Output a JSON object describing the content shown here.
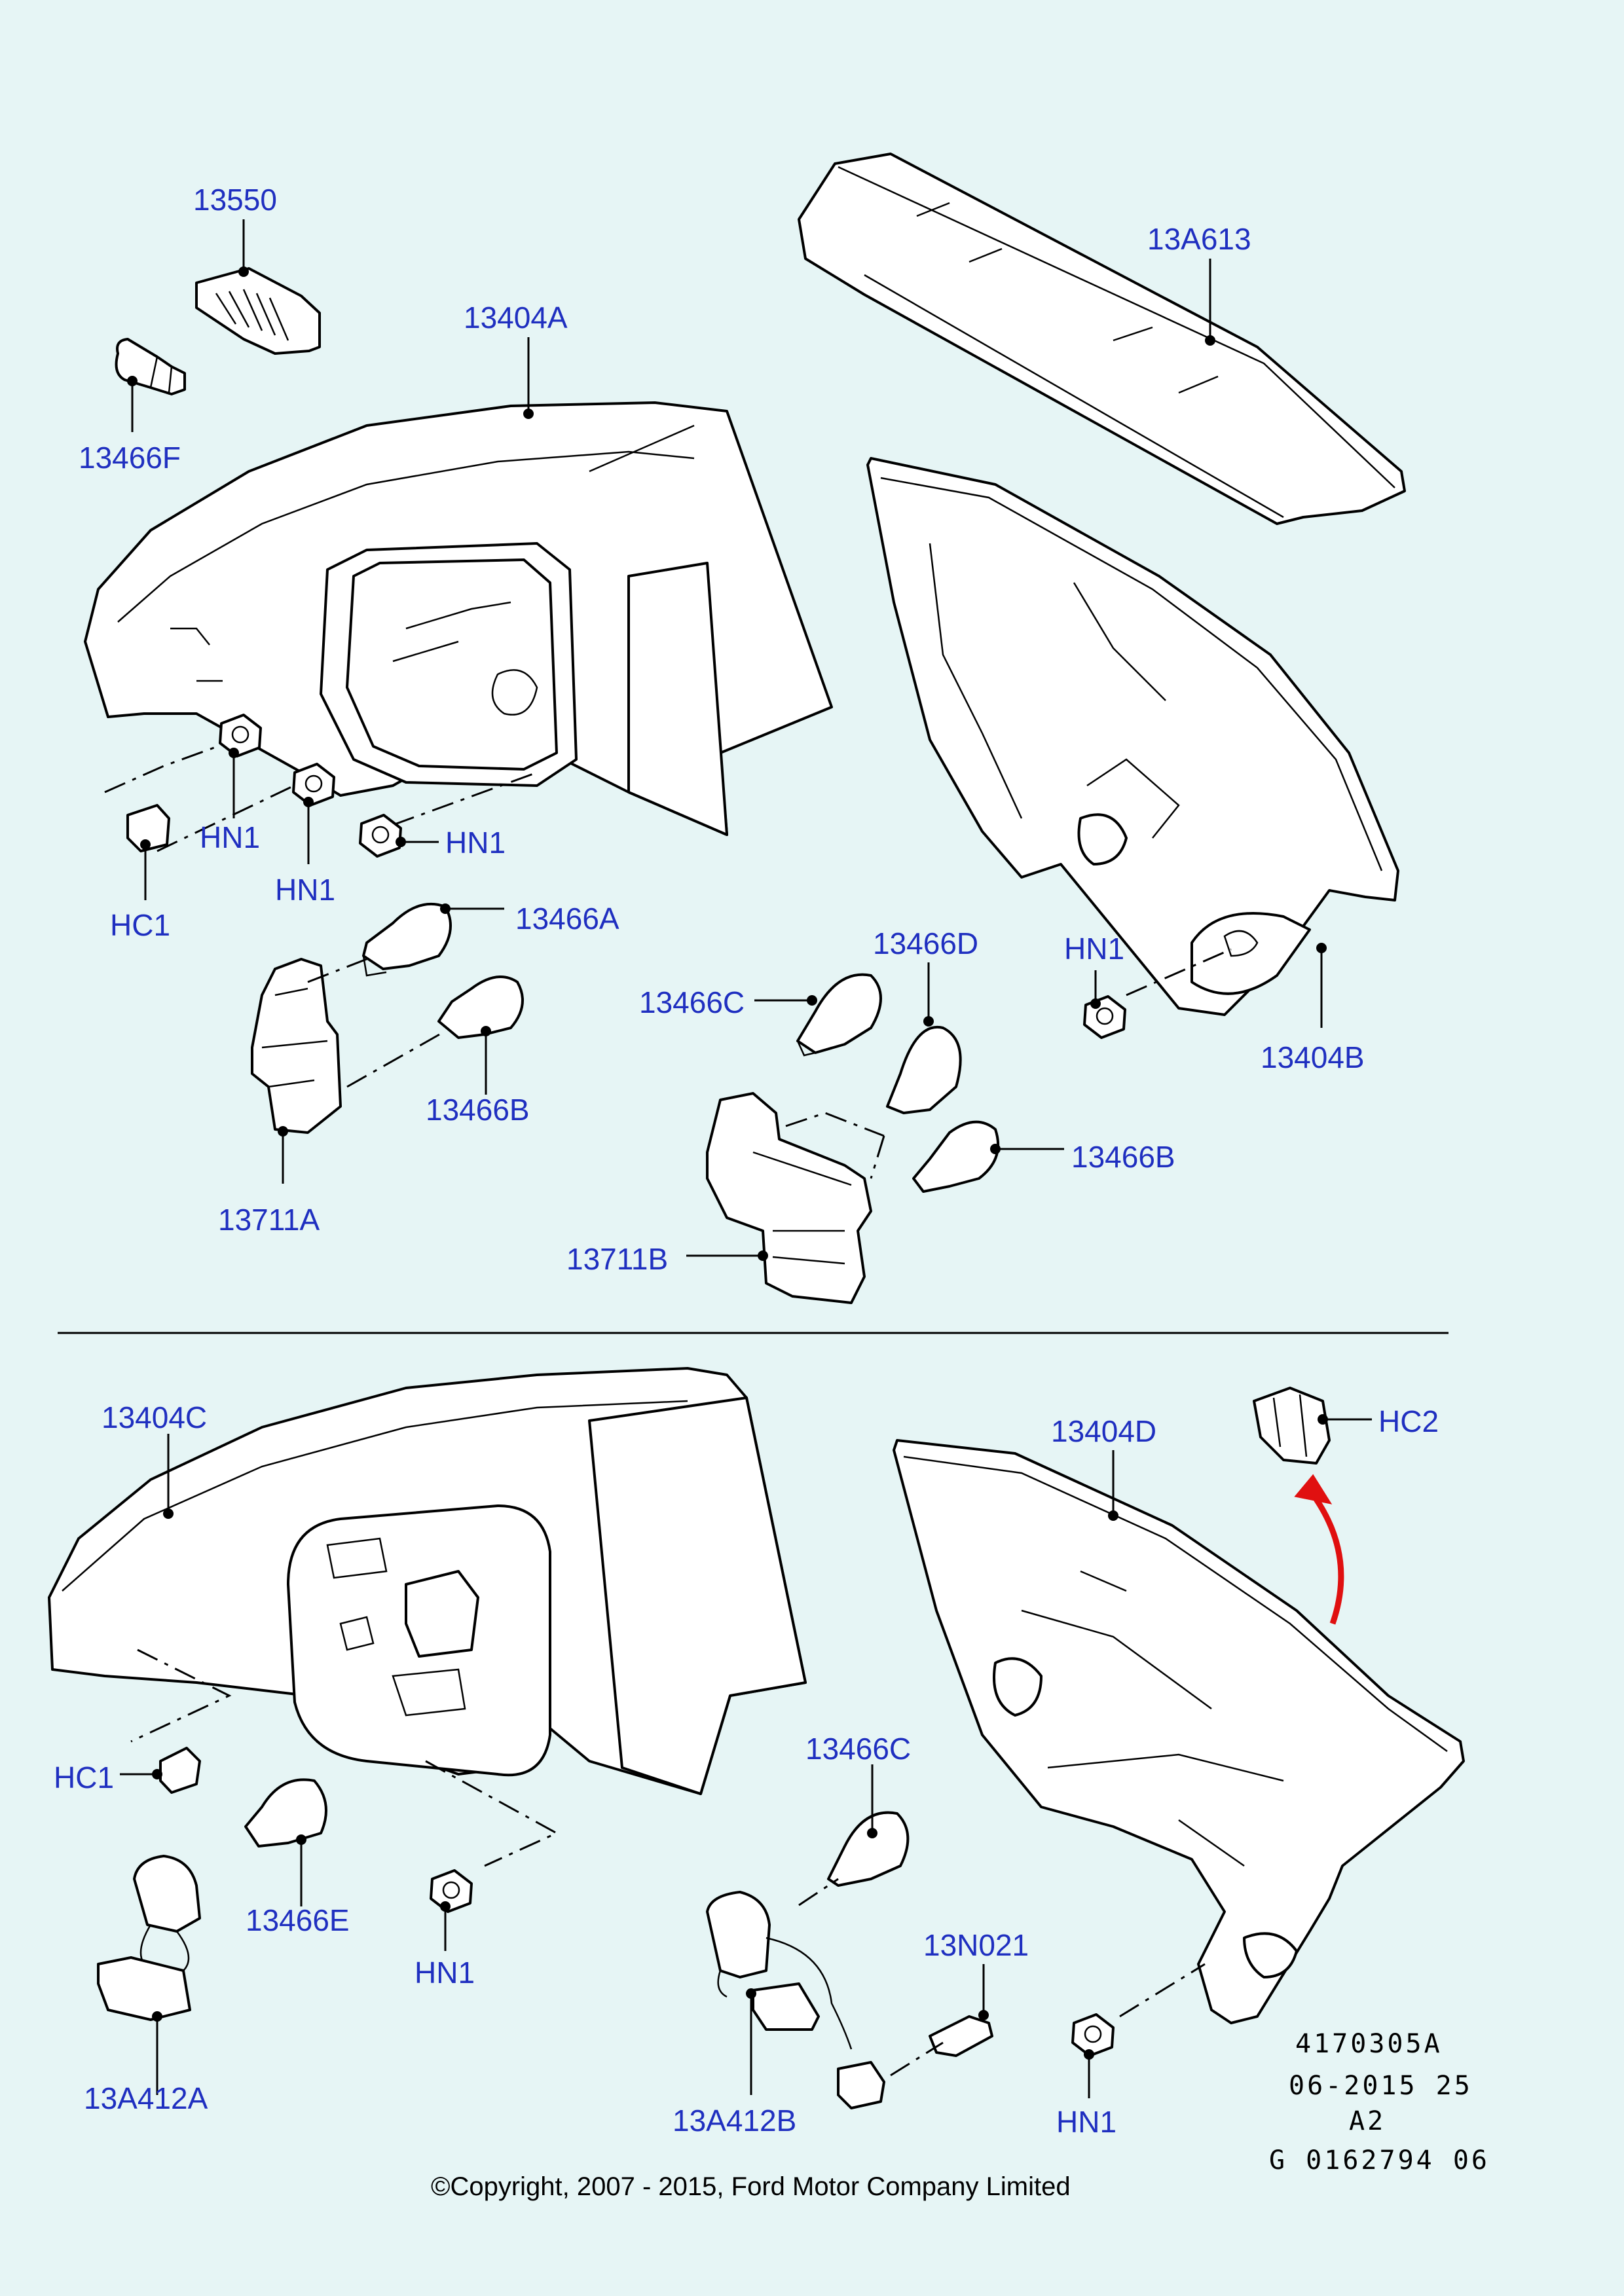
{
  "colors": {
    "background": "#e6f5f5",
    "label": "#1f2fc0",
    "arrow": "#e01010",
    "line": "#000000"
  },
  "labels": {
    "l13550": "13550",
    "l13466F": "13466F",
    "l13404A": "13404A",
    "l13A613": "13A613",
    "hn1_a": "HN1",
    "hn1_b": "HN1",
    "hn1_c": "HN1",
    "hc1_a": "HC1",
    "l13466A": "13466A",
    "l13466B_a": "13466B",
    "l13711A": "13711A",
    "l13466D": "13466D",
    "l13466C_a": "13466C",
    "hn1_d": "HN1",
    "l13404B": "13404B",
    "l13466B_b": "13466B",
    "l13711B": "13711B",
    "l13404C": "13404C",
    "l13404D": "13404D",
    "hc2": "HC2",
    "hc1_b": "HC1",
    "l13466C_b": "13466C",
    "l13466E": "13466E",
    "hn1_e": "HN1",
    "l13N021": "13N021",
    "l13A412A": "13A412A",
    "l13A412B": "13A412B",
    "hn1_f": "HN1"
  },
  "meta": {
    "code": "4170305A",
    "date": "06-2015 25",
    "rev": "A2",
    "gnum": "G 0162794 06"
  },
  "copyright": "©Copyright, 2007 - 2015, Ford Motor Company Limited"
}
